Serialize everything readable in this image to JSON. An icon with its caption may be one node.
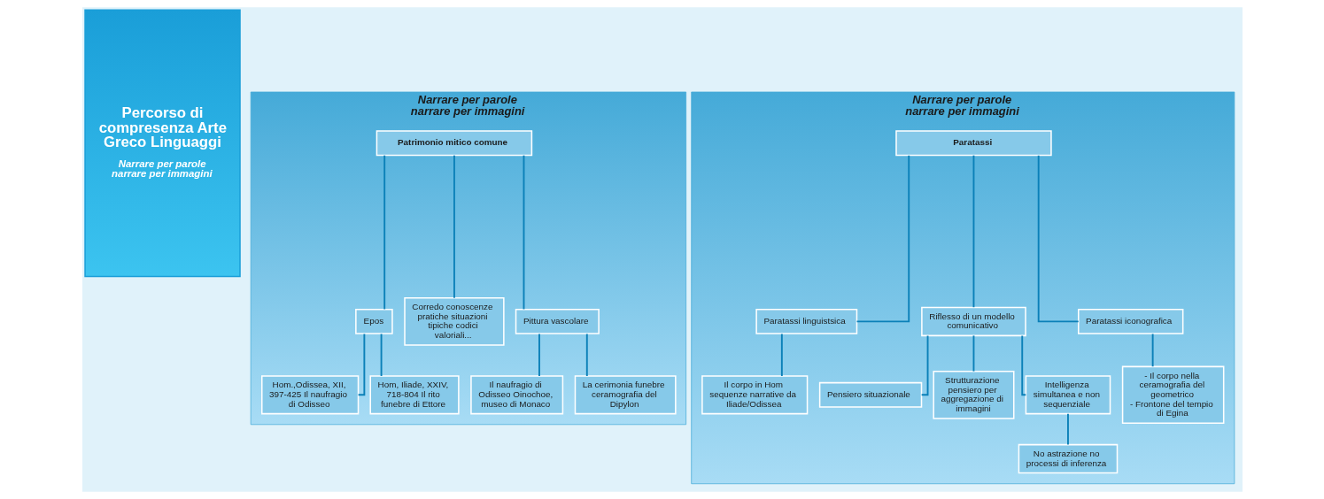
{
  "diagram": {
    "nodes": [
      {
        "text": [
          "Percorso di compresenza Arte Greco Linguaggi",
          "Narrare per parole narrare per immagini"
        ]
      },
      {
        "text": [
          "Narrare per parole narrare per immagini"
        ]
      },
      {
        "text": [
          "Patrimonio mitico comune"
        ],
        "in": 1
      },
      {
        "text": [
          "Epos"
        ],
        "in": 1
      },
      {
        "text": [
          "Corredo conoscenze pratiche situazioni tipiche codici valoriali..."
        ],
        "in": 1
      },
      {
        "text": [
          "Pittura vascolare"
        ],
        "in": 1
      },
      {
        "text": [
          "Hom.,Odissea, XII, 397-425 Il naufragio di Odisseo"
        ],
        "in": 1
      },
      {
        "text": [
          "Hom, Iliade, XXIV, 718-804 Il rito funebre di Ettore"
        ],
        "in": 1
      },
      {
        "text": [
          "Il naufragio di Odisseo Oinochoe, museo di Monaco"
        ],
        "in": 1
      },
      {
        "text": [
          "La cerimonia funebre ceramografia del Dipylon"
        ],
        "in": 1
      },
      {
        "text": [
          "Narrare per parole narrare per immagini"
        ]
      },
      {
        "text": [
          "Paratassi"
        ],
        "in": 10
      },
      {
        "text": [
          "Paratassi linguistsica"
        ],
        "in": 10
      },
      {
        "text": [
          "Riflesso di un modello comunicativo"
        ],
        "in": 10
      },
      {
        "text": [
          "Paratassi iconografica"
        ],
        "in": 10
      },
      {
        "text": [
          "Il corpo in Hom sequenze narrative da Iliade/Odissea"
        ],
        "in": 10
      },
      {
        "text": [
          "- Il corpo nella ceramografia del geometrico",
          "- Frontone del tempio di Egina"
        ],
        "in": 10
      },
      {
        "text": [
          "Pensiero situazionale"
        ],
        "in": 10
      },
      {
        "text": [
          "Strutturazione pensiero per aggregazione di immagini"
        ],
        "in": 10
      },
      {
        "text": [
          "Intelligenza simultanea e non sequenziale"
        ],
        "in": 10
      },
      {
        "text": [
          "No astrazione no processi di inferenza"
        ],
        "in": 10
      }
    ],
    "edges": [
      {
        "from": 2,
        "to": 3,
        "arrow": "none"
      },
      {
        "from": 2,
        "to": 4,
        "arrow": "none"
      },
      {
        "from": 2,
        "to": 5,
        "arrow": "none"
      },
      {
        "from": 3,
        "to": 6,
        "arrow": "none"
      },
      {
        "from": 3,
        "to": 7,
        "arrow": "none"
      },
      {
        "from": 5,
        "to": 8,
        "arrow": "none"
      },
      {
        "from": 5,
        "to": 9,
        "arrow": "none"
      },
      {
        "from": 11,
        "to": 12,
        "arrow": "none"
      },
      {
        "from": 11,
        "to": 13,
        "arrow": "none"
      },
      {
        "from": 11,
        "to": 14,
        "arrow": "none"
      },
      {
        "from": 12,
        "to": 15,
        "arrow": "none"
      },
      {
        "from": 14,
        "to": 16,
        "arrow": "none"
      },
      {
        "from": 13,
        "to": 17,
        "arrow": "none"
      },
      {
        "from": 13,
        "to": 18,
        "arrow": "none"
      },
      {
        "from": 13,
        "to": 19,
        "arrow": "none"
      },
      {
        "from": 19,
        "to": 20,
        "arrow": "none"
      }
    ]
  }
}
